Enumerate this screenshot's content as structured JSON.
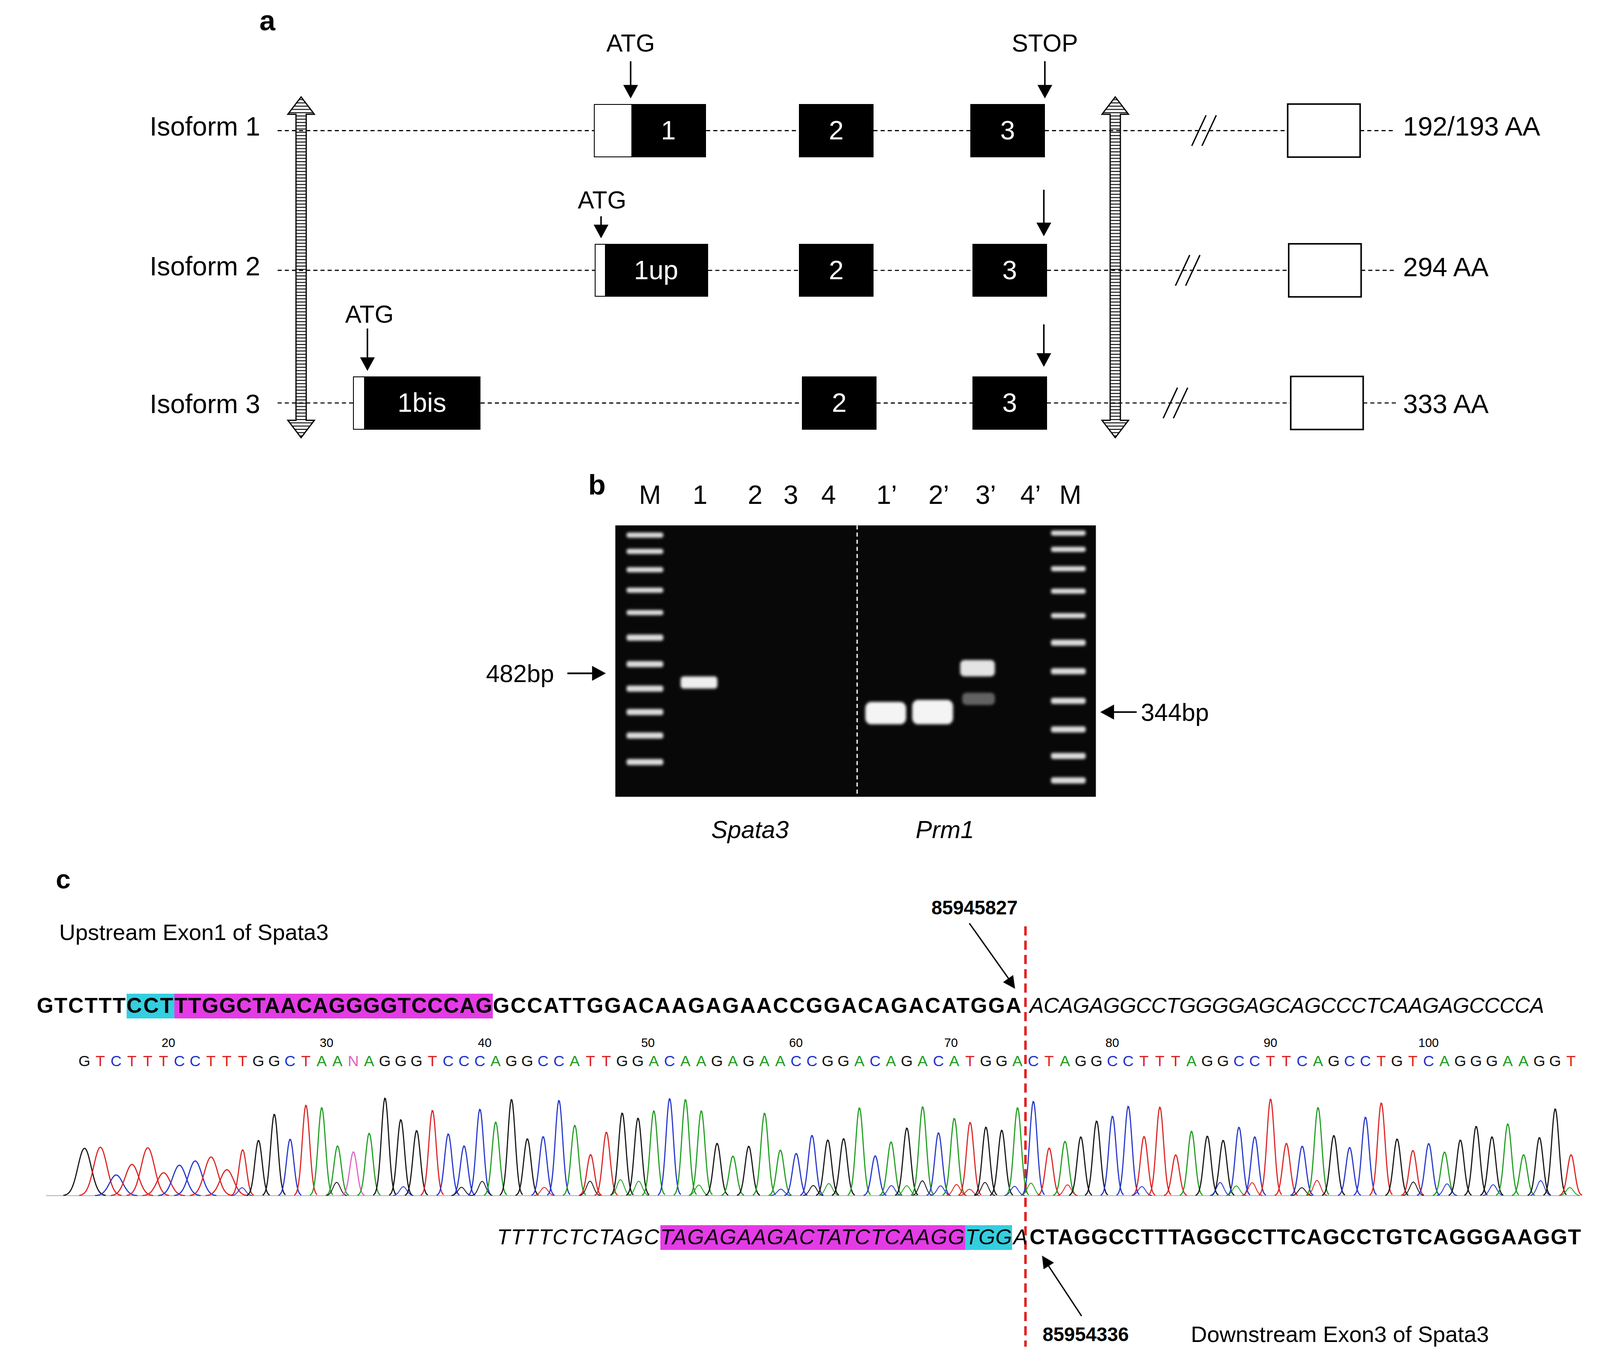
{
  "diagram": {
    "nodes": [
      {
        "text": [
          "1"
        ]
      },
      {
        "text": [
          "2"
        ]
      },
      {
        "text": [
          "3"
        ]
      },
      {
        "text": [
          "1up"
        ]
      },
      {
        "text": [
          "2"
        ]
      },
      {
        "text": [
          "3"
        ]
      },
      {
        "text": [
          "1bis"
        ]
      },
      {
        "text": [
          "2"
        ]
      },
      {
        "text": [
          "3"
        ]
      }
    ],
    "edges": [
      {
        "from": 0,
        "to": 1,
        "arrow": "none"
      },
      {
        "from": 1,
        "to": 2,
        "arrow": "none"
      },
      {
        "from": 3,
        "to": 4,
        "arrow": "none"
      },
      {
        "from": 4,
        "to": 5,
        "arrow": "none"
      },
      {
        "from": 6,
        "to": 7,
        "arrow": "none"
      },
      {
        "from": 7,
        "to": 8,
        "arrow": "none"
      }
    ],
    "labels": [
      "a",
      "ATG",
      "STOP",
      "Isoform 1",
      "192/193 AA",
      "ATG",
      "Isoform 2",
      "294 AA",
      "ATG",
      "Isoform 3",
      "333 AA",
      "b",
      "M",
      "1",
      "2",
      "3",
      "4",
      "1’",
      "2’",
      "3’",
      "4’",
      "M",
      "482bp",
      "344bp",
      "Spata3",
      "Prm1",
      "c",
      "Upstream Exon1 of Spata3",
      "85945827",
      "GTCTTT",
      "CCT",
      "TTGGCTAACAGGGGTCCCAG",
      "GCCATTGGACAAGAGAACCGGACAGACATGGA",
      "ACAGAGGCCTGGGGAGCAGCCCTCAAGAGCCCCA",
      "20",
      "30",
      "40",
      "50",
      "60",
      "70",
      "80",
      "90",
      "100",
      "GTCTTTCCTTTGGCTAANAGGGTCCCAGGCCATTGGACAAGAGAACCGGACAGACATGGACTAGGCCTTTAGGCCTTCAGCCTGTCAGGGAAGGT",
      "TTTTCTCTAGC",
      "TAGAGAAGACTATCTCAAGG",
      "TGG",
      "A",
      "CTAGGCCTTTAGGCCTTCAGCCTGTCAGGGAAGGT",
      "85954336",
      "Downstream Exon3 of Spata3"
    ]
  }
}
